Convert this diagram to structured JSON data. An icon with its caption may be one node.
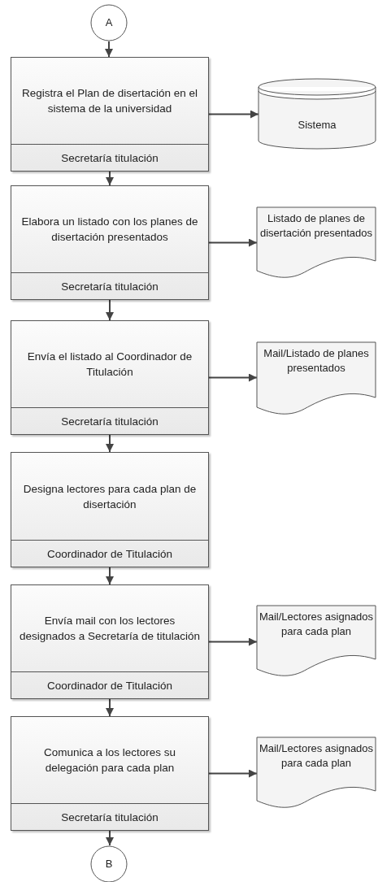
{
  "diagram": {
    "nodes": [
      {
        "text": [
          "A"
        ]
      },
      {
        "text": [
          "Registra el Plan de disertación en el sistema de la universidad",
          "Secretaría titulación"
        ]
      },
      {
        "text": [
          "Sistema"
        ]
      },
      {
        "text": [
          "Elabora un listado con los planes de disertación presentados",
          "Secretaría titulación"
        ]
      },
      {
        "text": [
          "Listado de planes de disertación presentados"
        ]
      },
      {
        "text": [
          "Envía el listado al Coordinador de Titulación",
          "Secretaría titulación"
        ]
      },
      {
        "text": [
          "Mail/Listado de planes presentados"
        ]
      },
      {
        "text": [
          "Designa lectores para cada plan de disertación",
          "Coordinador de Titulación"
        ]
      },
      {
        "text": [
          "Envía mail con los lectores designados a Secretaría de titulación",
          "Coordinador de Titulación"
        ]
      },
      {
        "text": [
          "Mail/Lectores asignados para cada plan"
        ]
      },
      {
        "text": [
          "Comunica a los lectores su delegación para cada plan",
          "Secretaría titulación"
        ]
      },
      {
        "text": [
          "Mail/Lectores asignados para cada plan"
        ]
      },
      {
        "text": [
          "B"
        ]
      }
    ],
    "edges": [
      {
        "from": 0,
        "to": 1,
        "arrow": "to"
      },
      {
        "from": 1,
        "to": 2,
        "arrow": "to"
      },
      {
        "from": 1,
        "to": 3,
        "arrow": "to"
      },
      {
        "from": 3,
        "to": 4,
        "arrow": "to"
      },
      {
        "from": 3,
        "to": 5,
        "arrow": "to"
      },
      {
        "from": 5,
        "to": 6,
        "arrow": "to"
      },
      {
        "from": 5,
        "to": 7,
        "arrow": "to"
      },
      {
        "from": 7,
        "to": 8,
        "arrow": "to"
      },
      {
        "from": 8,
        "to": 9,
        "arrow": "to"
      },
      {
        "from": 8,
        "to": 10,
        "arrow": "to"
      },
      {
        "from": 10,
        "to": 11,
        "arrow": "to"
      },
      {
        "from": 10,
        "to": 12,
        "arrow": "to"
      }
    ]
  }
}
